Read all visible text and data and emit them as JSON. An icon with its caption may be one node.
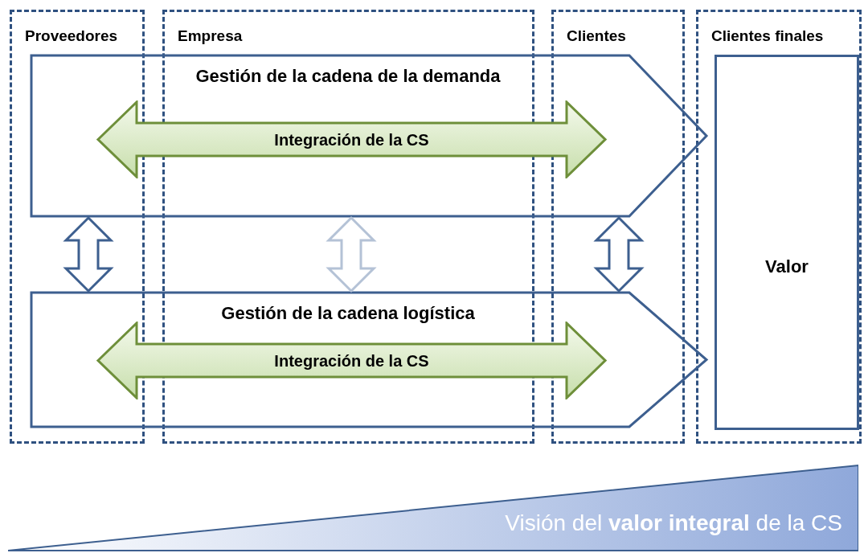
{
  "diagram": {
    "nodes": [
      {
        "text": [
          "Proveedores"
        ]
      },
      {
        "text": [
          "Empresa"
        ]
      },
      {
        "text": [
          "Clientes"
        ]
      },
      {
        "text": [
          "Clientes finales"
        ]
      },
      {
        "text": [
          "Gestión de la cadena de la demanda"
        ]
      },
      {
        "text": [
          "Integración de la CS"
        ],
        "in": 4
      },
      {
        "text": [
          "Gestión de la cadena logística"
        ]
      },
      {
        "text": [
          "Integración de la CS"
        ],
        "in": 6
      },
      {
        "text": [
          "Valor"
        ],
        "in": 3
      },
      {
        "text": [
          "Visión del **valor integral** de la CS"
        ]
      }
    ],
    "edges": [
      {
        "from": 4,
        "to": 6,
        "arrow": "both"
      },
      {
        "from": 4,
        "to": 6,
        "arrow": "both",
        "color": "#b4c2d6"
      },
      {
        "from": 4,
        "to": 6,
        "arrow": "both"
      }
    ]
  }
}
